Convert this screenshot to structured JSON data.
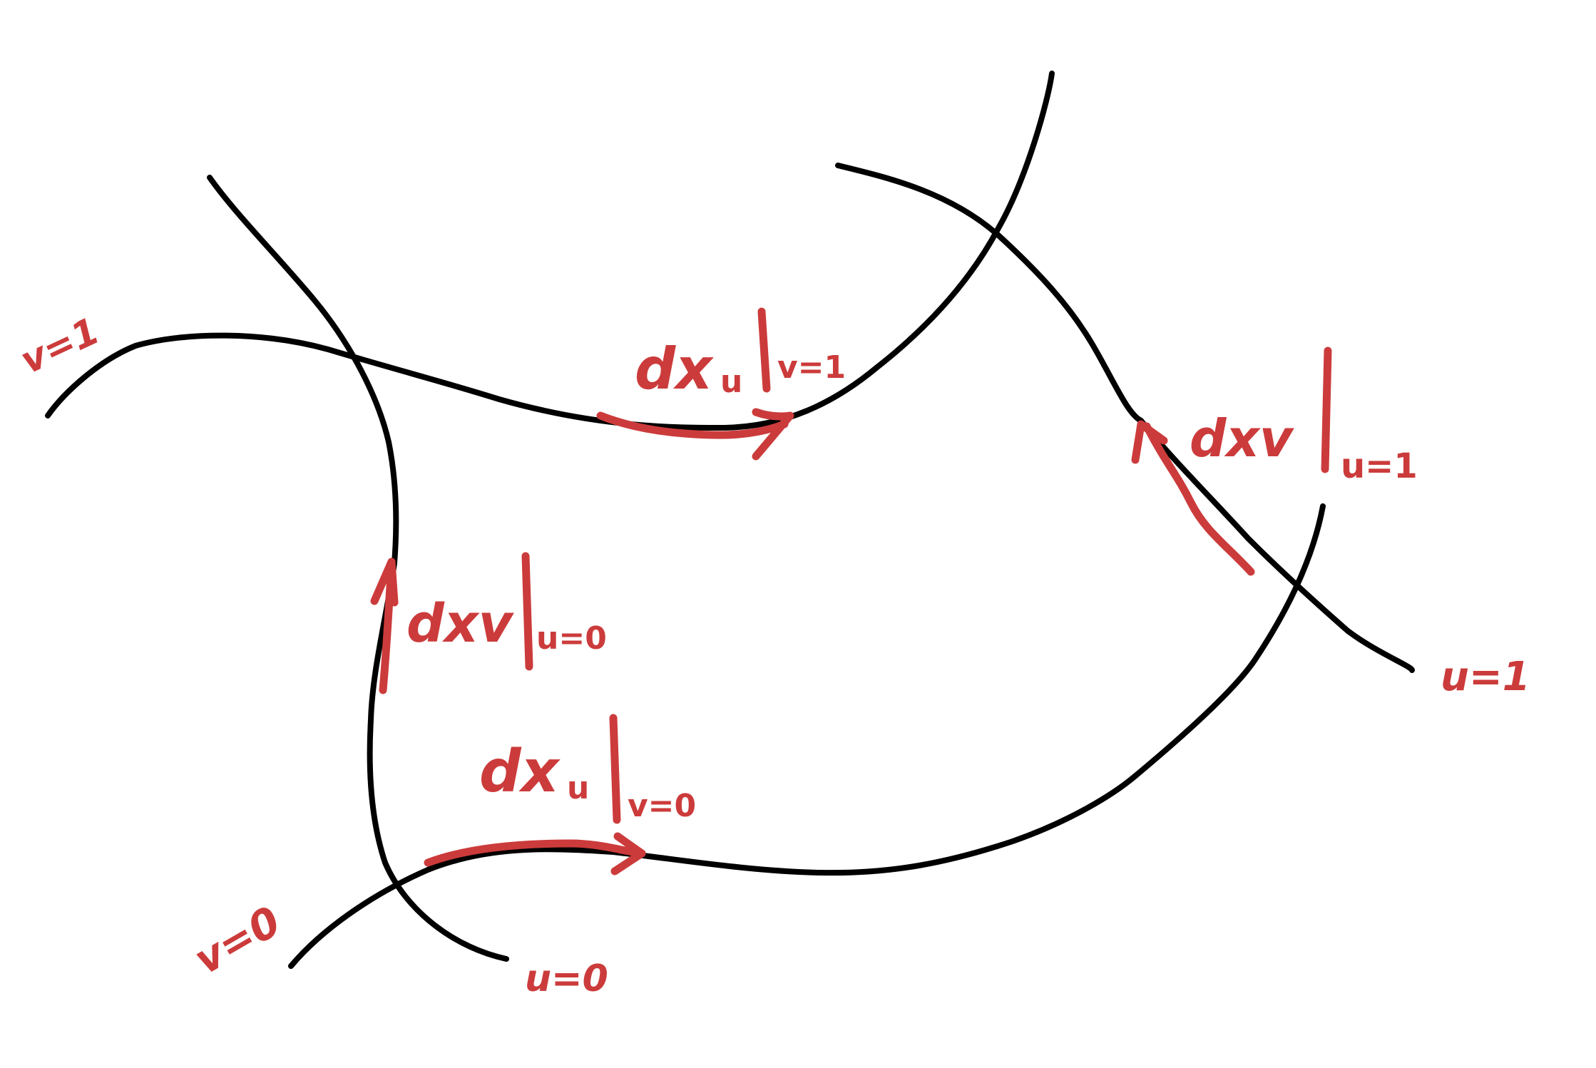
{
  "colors": {
    "curve": "#000000",
    "annotation": "#cc3b3b",
    "background": "#ffffff"
  },
  "curve_labels": {
    "v1": "v=1",
    "v0": "v=0",
    "u0": "u=0",
    "u1": "u=1"
  },
  "vectors": {
    "top": {
      "main": "dx",
      "subscript": "u",
      "eval": "v=1"
    },
    "bottom": {
      "main": "dx",
      "subscript": "u",
      "eval": "v=0"
    },
    "left": {
      "main": "dxv",
      "eval": "u=0"
    },
    "right": {
      "main": "dxv",
      "eval": "u=1"
    }
  }
}
